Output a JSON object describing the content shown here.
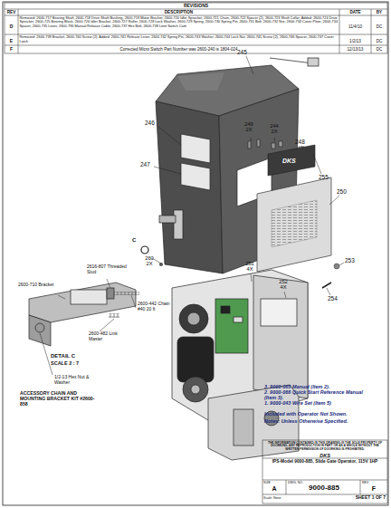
{
  "diagram": {
    "title": "IPS-Model 9000-885, Slide Gate Operator, 115V 1HP",
    "nodes": [
      {
        "text": [
          "REVISIONS",
          "REV",
          "DESCRIPTION",
          "DATE",
          "BY",
          "D",
          "Removed: 2600-717 Bearing Shaft, 2600-718 Drive Shaft Bushing, 2600-719 Motor Bracket, 2600-720 Idler Sprocket, 2600-721 Chain, 2600-722 Spacer (2), 2600-723 Shaft Collar; Added: 2600-724 Drive Sprocket, 2600-725 Bearing Block, 2600-726 Idler Bracket, 2600-727 Roller, 2600-728 Lock Washer, 2600-729 Spring, 2600-730 Spring Pin, 2600-731 Bolt, 2600-732 Nut, 2600-733 Cover Plate, 2600-734 Spacer, 2600-735 Lever, 2600-736 Manual Release Cable, 2600-737 Hex Bolt, 2600-738 Limit Switch Cam",
          "11/4/10",
          "DC",
          "E",
          "Removed: 2600-739 Bracket, 2600-740 Screw (2); Added: 2600-741 Release Lever, 2600-742 Spring Pin, 2600-743 Washer, 2600-744 Lock Nut, 2600-745 Screw (2), 2600-746 Spacer, 2600-747 Cover Latch",
          "1/2/13",
          "DC",
          "F",
          "Corrected Micro Switch Part Number was 2600-240 is 1804-024",
          "12/13/13",
          "DC"
        ]
      },
      {
        "text": [
          "THE INFORMATION CONTAINED IN THIS DRAWING IS THE SOLE PROPERTY OF DOORKING. ANY REPRODUCTION IN PART OR AS A WHOLE WITHOUT THE WRITTEN PERMISSION OF DOORKING IS PROHIBITED.",
          "DKS",
          "IPS-Model 9000-885, Slide Gate Operator, 115V 1HP",
          "SIZE",
          "A",
          "DWG. NO.",
          "9000-885",
          "REV",
          "F",
          "Scale: None",
          "SHEET 1 OF 7"
        ]
      }
    ],
    "labels": [
      "245",
      "246",
      "247",
      "249 2X",
      "244 2X",
      "248",
      "255",
      "250",
      "253",
      "254",
      "251 4X",
      "252 4X",
      "260 2X",
      "C",
      "DKS",
      "2600-710 Bracket",
      "2616-807 Threaded Stud",
      "2600-442 Chain #40 20 ft",
      "2600-482 Link Master",
      "DETAIL C",
      "SCALE 2 : 7",
      "1/2-13 Hex Nut & Washer",
      "ACCESSORY CHAIN AND MOUNTING BRACKET KIT #2600-858",
      "3. 9000-065 Manual (Item 2).",
      "2. 9000-066 Quick Start Reference Manual (Item 3).",
      "1. 9000-043 Wire Set (Item 5)",
      "Included with Operator Not Shown.",
      "Notes: Unless Otherwise Specified."
    ]
  }
}
